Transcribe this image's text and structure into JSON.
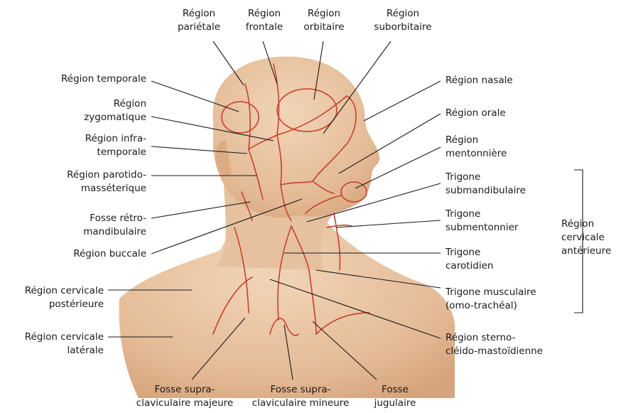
{
  "colors": {
    "skin": "#e9c7a6",
    "skin_shade": "#d7a882",
    "region_line": "#c8402b",
    "leader": "#1a1a1a"
  },
  "labels": {
    "parietale": [
      "Région",
      "pariétale"
    ],
    "frontale": [
      "Région",
      "frontale"
    ],
    "orbitaire": [
      "Région",
      "orbitaire"
    ],
    "suborbitaire": [
      "Région",
      "suborbitaire"
    ],
    "temporale": [
      "Région temporale"
    ],
    "zygomatique": [
      "Région",
      "zygomatique"
    ],
    "infratemporale": [
      "Région infra-",
      "temporale"
    ],
    "parotido": [
      "Région parotido-",
      "masséterique"
    ],
    "retro": [
      "Fosse rétro-",
      "mandibulaire"
    ],
    "buccale": [
      "Région buccale"
    ],
    "cervicale_post": [
      "Région cervicale",
      "postérieure"
    ],
    "cervicale_lat": [
      "Région cervicale",
      "latérale"
    ],
    "nasale": [
      "Région nasale"
    ],
    "orale": [
      "Région orale"
    ],
    "mentonniere": [
      "Région",
      "mentonnière"
    ],
    "submandibulaire": [
      "Trigone",
      "submandibulaire"
    ],
    "submentonnier": [
      "Trigone",
      "submentonnier"
    ],
    "carotidien": [
      "Trigone",
      "carotidien"
    ],
    "musculaire": [
      "Trigone musculaire",
      "(omo-trachéal)"
    ],
    "sterno": [
      "Région sterno-",
      "cléido-mastoïdienne"
    ],
    "supra_maj": [
      "Fosse supra-",
      "claviculaire majeure"
    ],
    "supra_min": [
      "Fosse supra-",
      "claviculaire mineure"
    ],
    "jugulaire": [
      "Fosse",
      "jugulaire"
    ],
    "cervicale_ant": [
      "Région",
      "cervicale",
      "antérieure"
    ]
  }
}
